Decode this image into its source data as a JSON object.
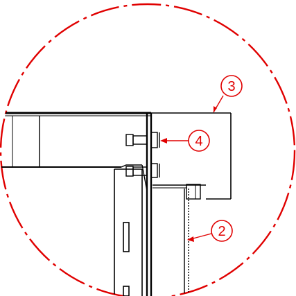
{
  "colors": {
    "detail_circle": "#e00000",
    "callouts": "#e00000",
    "linework": "#000000",
    "background": "#ffffff"
  },
  "callouts": {
    "item_2": {
      "label": "2"
    },
    "item_3": {
      "label": "3"
    },
    "item_4": {
      "label": "4"
    }
  }
}
